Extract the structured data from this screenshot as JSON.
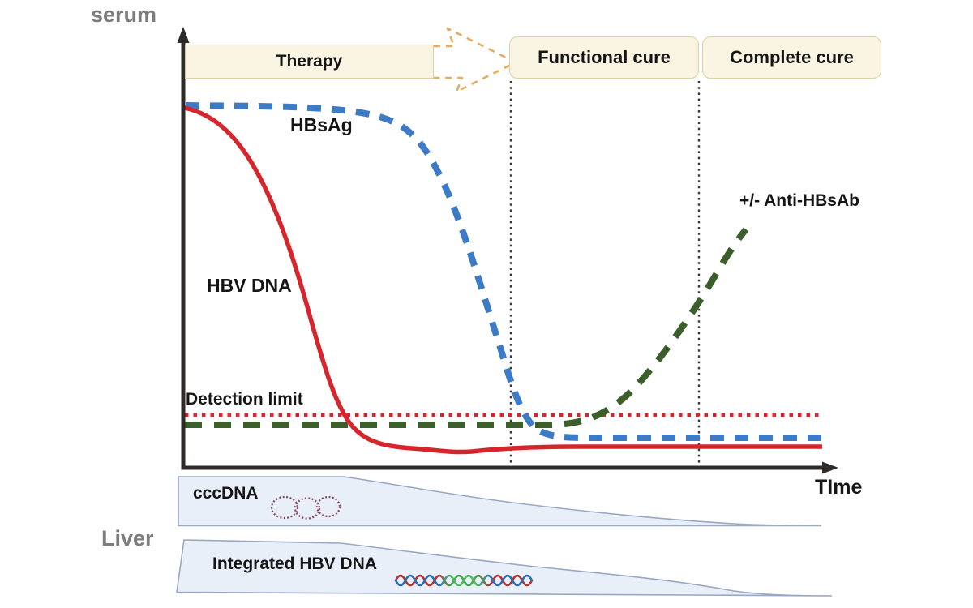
{
  "labels": {
    "serum_axis": "serum",
    "liver_section": "Liver",
    "time_axis": "TIme",
    "detection_limit": "Detection limit"
  },
  "phases": {
    "therapy": "Therapy",
    "functional_cure": "Functional cure",
    "complete_cure": "Complete cure"
  },
  "curve_labels": {
    "hbsag": "HBsAg",
    "hbv_dna": "HBV DNA",
    "anti_hbsab": "+/- Anti-HBsAb"
  },
  "liver_bands": {
    "cccdna": "cccDNA",
    "integrated": "Integrated HBV DNA"
  },
  "icons": {
    "cccdna_rings": "cccdna-rings-icon",
    "dna_helix": "dna-helix-icon",
    "transition_arrow": "dashed-block-arrow-icon"
  },
  "colors": {
    "hbsag_blue": "#3d7bc7",
    "hbv_dna_red": "#d5262e",
    "anti_hbsab_green": "#3b5e2b",
    "detection_limit_red": "#d5262e",
    "phase_box_bg": "#faf5e2",
    "phase_box_border": "#dcd1a6",
    "arrow_tan": "#e3ae62",
    "axis_black": "#2e2b29",
    "band_fill": "#e9eff9",
    "band_stroke": "#9aa8c4",
    "gray_label": "#7d7d7d"
  },
  "chart_data": {
    "type": "line",
    "title": "HBV serum marker kinetics during therapy, functional cure and complete cure (qualitative schematic)",
    "xlabel": "TIme",
    "ylabel": "serum",
    "axes_numeric": false,
    "x_range_normalized": [
      0,
      100
    ],
    "y_range_normalized": [
      0,
      100
    ],
    "grid": false,
    "legend_position": "inline-curve-labels",
    "phase_regions": [
      {
        "label": "Therapy",
        "x_start": 0,
        "x_end": 39
      },
      {
        "label": "Functional cure",
        "x_start": 51,
        "x_end": 80
      },
      {
        "label": "Complete cure",
        "x_start": 81,
        "x_end": 100
      }
    ],
    "phase_divider_x": [
      51,
      80
    ],
    "detection_limit_y": 14,
    "series": [
      {
        "name": "HBV DNA",
        "style": "solid",
        "color": "#d5262e",
        "x": [
          0,
          4,
          10,
          16,
          22,
          27,
          32,
          38,
          45,
          60,
          100
        ],
        "y": [
          96,
          93,
          80,
          60,
          38,
          20,
          11,
          8,
          7,
          6,
          6
        ]
      },
      {
        "name": "HBsAg",
        "style": "dashed",
        "color": "#3d7bc7",
        "x": [
          0,
          20,
          28,
          35,
          41,
          47,
          51,
          55,
          62,
          100
        ],
        "y": [
          97,
          96,
          90,
          75,
          50,
          25,
          14,
          9,
          8,
          8
        ]
      },
      {
        "name": "+/- Anti-HBsAb",
        "style": "dashed",
        "color": "#3b5e2b",
        "x": [
          0,
          55,
          62,
          68,
          74,
          80,
          85,
          88
        ],
        "y": [
          11,
          11,
          13,
          20,
          32,
          44,
          56,
          63
        ]
      }
    ],
    "liver_compartment": [
      {
        "name": "cccDNA",
        "shape": "tapering wedge, high during therapy then declining toward zero over time"
      },
      {
        "name": "Integrated HBV DNA",
        "shape": "tapering wedge, declining more slowly, persists longer"
      }
    ]
  }
}
